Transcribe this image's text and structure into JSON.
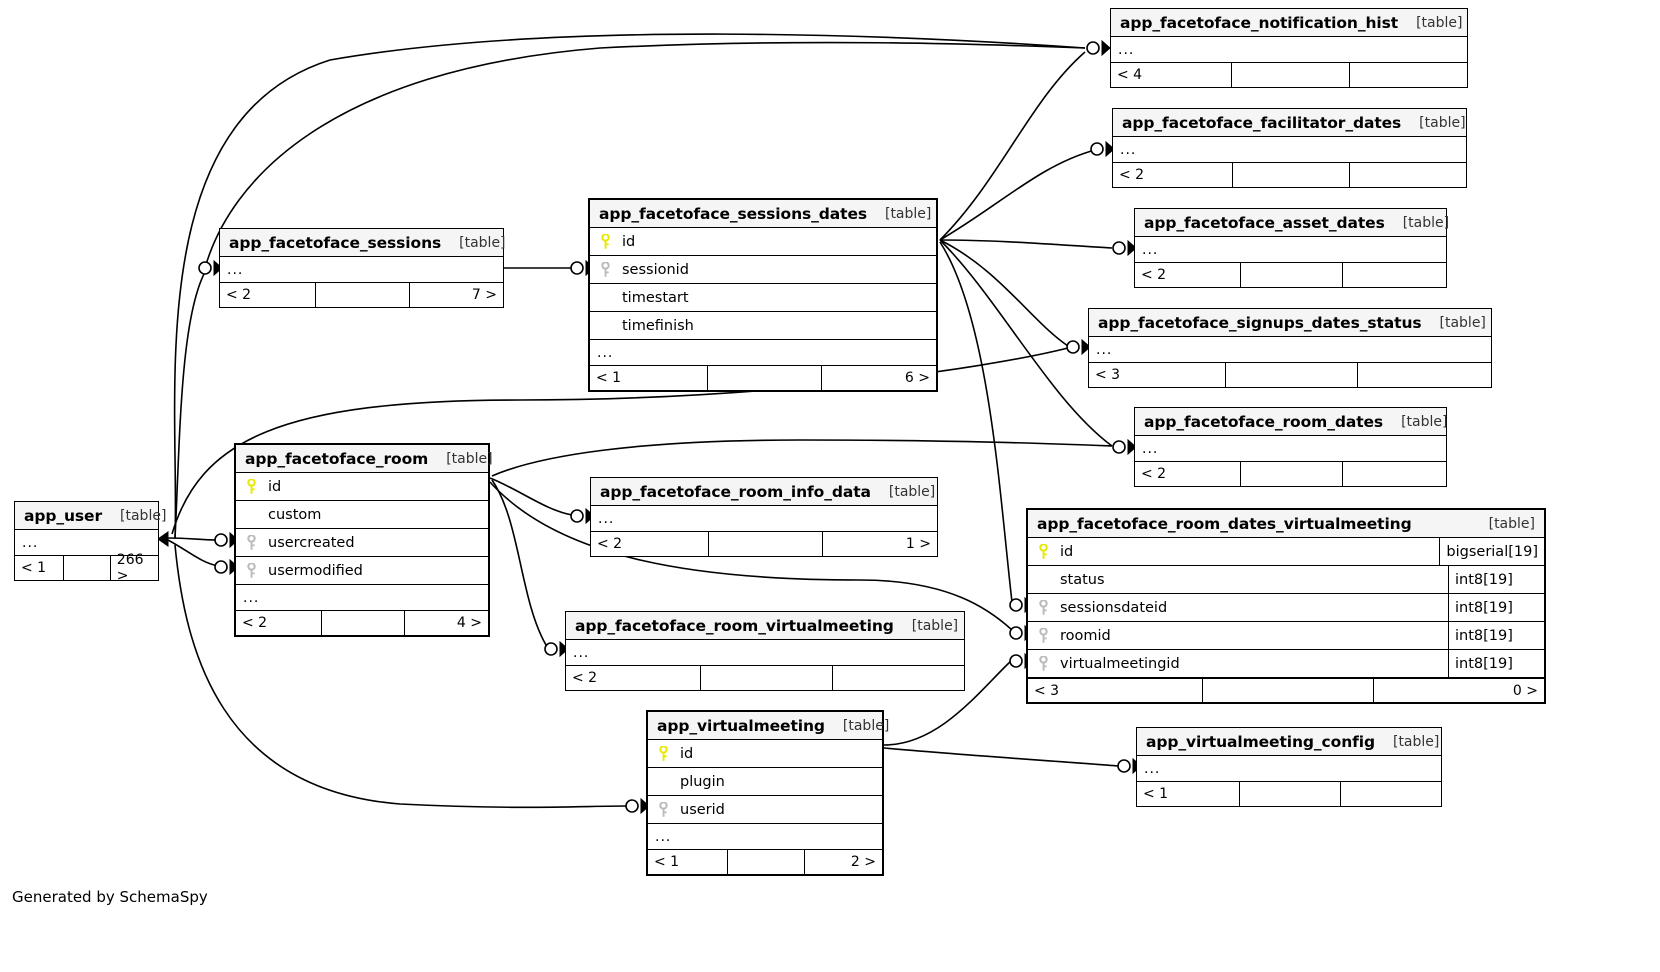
{
  "diagram": {
    "credit": "Generated by SchemaSpy",
    "table_tag": "[table]",
    "ellipsis": "...",
    "colors": {
      "header_bg": "#f5f5f5",
      "border": "#000000",
      "pk_key": "#e8e800",
      "fk_key": "#bbbbbb"
    }
  },
  "tables": [
    {
      "id": "app_facetoface_notification_hist",
      "name": "app_facetoface_notification_hist",
      "tag": "[table]",
      "columns": [],
      "ellipsis": "...",
      "footer": {
        "left": "< 4",
        "mid": "",
        "right": ""
      }
    },
    {
      "id": "app_facetoface_facilitator_dates",
      "name": "app_facetoface_facilitator_dates",
      "tag": "[table]",
      "columns": [],
      "ellipsis": "...",
      "footer": {
        "left": "< 2",
        "mid": "",
        "right": ""
      }
    },
    {
      "id": "app_facetoface_asset_dates",
      "name": "app_facetoface_asset_dates",
      "tag": "[table]",
      "columns": [],
      "ellipsis": "...",
      "footer": {
        "left": "< 2",
        "mid": "",
        "right": ""
      }
    },
    {
      "id": "app_facetoface_signups_dates_status",
      "name": "app_facetoface_signups_dates_status",
      "tag": "[table]",
      "columns": [],
      "ellipsis": "...",
      "footer": {
        "left": "< 3",
        "mid": "",
        "right": ""
      }
    },
    {
      "id": "app_facetoface_room_dates",
      "name": "app_facetoface_room_dates",
      "tag": "[table]",
      "columns": [],
      "ellipsis": "...",
      "footer": {
        "left": "< 2",
        "mid": "",
        "right": ""
      }
    },
    {
      "id": "app_facetoface_sessions",
      "name": "app_facetoface_sessions",
      "tag": "[table]",
      "columns": [],
      "ellipsis": "...",
      "footer": {
        "left": "< 2",
        "mid": "",
        "right": "7 >"
      }
    },
    {
      "id": "app_facetoface_sessions_dates",
      "name": "app_facetoface_sessions_dates",
      "tag": "[table]",
      "columns": [
        {
          "key": "pk",
          "name": "id",
          "type": ""
        },
        {
          "key": "fk",
          "name": "sessionid",
          "type": ""
        },
        {
          "key": "none",
          "name": "timestart",
          "type": ""
        },
        {
          "key": "none",
          "name": "timefinish",
          "type": ""
        }
      ],
      "ellipsis": "...",
      "footer": {
        "left": "< 1",
        "mid": "",
        "right": "6 >"
      }
    },
    {
      "id": "app_user",
      "name": "app_user",
      "tag": "[table]",
      "columns": [],
      "ellipsis": "...",
      "footer": {
        "left": "< 1",
        "mid": "",
        "right": "266 >"
      }
    },
    {
      "id": "app_facetoface_room",
      "name": "app_facetoface_room",
      "tag": "[table]",
      "columns": [
        {
          "key": "pk",
          "name": "id",
          "type": ""
        },
        {
          "key": "none",
          "name": "custom",
          "type": ""
        },
        {
          "key": "fk",
          "name": "usercreated",
          "type": ""
        },
        {
          "key": "fk",
          "name": "usermodified",
          "type": ""
        }
      ],
      "ellipsis": "...",
      "footer": {
        "left": "< 2",
        "mid": "",
        "right": "4 >"
      }
    },
    {
      "id": "app_facetoface_room_info_data",
      "name": "app_facetoface_room_info_data",
      "tag": "[table]",
      "columns": [],
      "ellipsis": "...",
      "footer": {
        "left": "< 2",
        "mid": "",
        "right": "1 >"
      }
    },
    {
      "id": "app_facetoface_room_virtualmeeting",
      "name": "app_facetoface_room_virtualmeeting",
      "tag": "[table]",
      "columns": [],
      "ellipsis": "...",
      "footer": {
        "left": "< 2",
        "mid": "",
        "right": ""
      }
    },
    {
      "id": "app_facetoface_room_dates_virtualmeeting",
      "name": "app_facetoface_room_dates_virtualmeeting",
      "tag": "[table]",
      "columns": [
        {
          "key": "pk",
          "name": "id",
          "type": "bigserial[19]"
        },
        {
          "key": "none",
          "name": "status",
          "type": "int8[19]"
        },
        {
          "key": "fk",
          "name": "sessionsdateid",
          "type": "int8[19]"
        },
        {
          "key": "fk",
          "name": "roomid",
          "type": "int8[19]"
        },
        {
          "key": "fk",
          "name": "virtualmeetingid",
          "type": "int8[19]"
        }
      ],
      "ellipsis": null,
      "footer": {
        "left": "< 3",
        "mid": "",
        "right": "0 >"
      }
    },
    {
      "id": "app_virtualmeeting",
      "name": "app_virtualmeeting",
      "tag": "[table]",
      "columns": [
        {
          "key": "pk",
          "name": "id",
          "type": ""
        },
        {
          "key": "none",
          "name": "plugin",
          "type": ""
        },
        {
          "key": "fk",
          "name": "userid",
          "type": ""
        }
      ],
      "ellipsis": "...",
      "footer": {
        "left": "< 1",
        "mid": "",
        "right": "2 >"
      }
    },
    {
      "id": "app_virtualmeeting_config",
      "name": "app_virtualmeeting_config",
      "tag": "[table]",
      "columns": [],
      "ellipsis": "...",
      "footer": {
        "left": "< 1",
        "mid": "",
        "right": ""
      }
    }
  ]
}
